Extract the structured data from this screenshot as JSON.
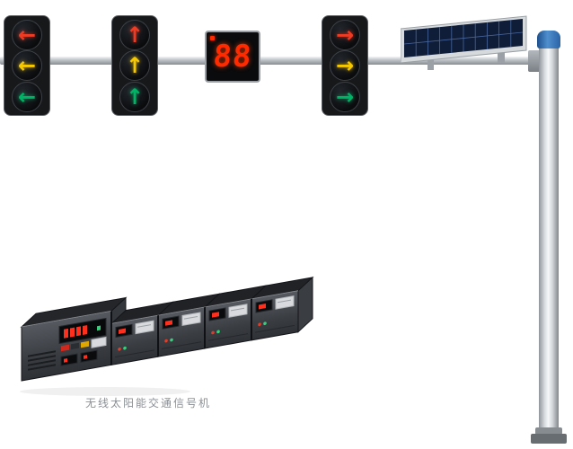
{
  "page": {
    "background": "#ffffff",
    "caption": "无线太阳能交通信号机"
  },
  "countdown": {
    "value": "88",
    "digit_color": "#ff2b00",
    "indicator": "power-dot"
  },
  "signals": [
    {
      "id": "left-turn-signal",
      "arrows": [
        {
          "dir": "left",
          "color": "#ed3b24",
          "glyph": "←"
        },
        {
          "dir": "left",
          "color": "#f6c800",
          "glyph": "←"
        },
        {
          "dir": "left",
          "color": "#00b265",
          "glyph": "←"
        }
      ]
    },
    {
      "id": "straight-signal",
      "arrows": [
        {
          "dir": "up",
          "color": "#ed3b24",
          "glyph": "↑"
        },
        {
          "dir": "up",
          "color": "#f6c800",
          "glyph": "↑"
        },
        {
          "dir": "up",
          "color": "#00b265",
          "glyph": "↑"
        }
      ]
    },
    {
      "id": "right-turn-signal",
      "arrows": [
        {
          "dir": "right",
          "color": "#ed3b24",
          "glyph": "→"
        },
        {
          "dir": "right",
          "color": "#f6c800",
          "glyph": "→"
        },
        {
          "dir": "right",
          "color": "#00b265",
          "glyph": "→"
        }
      ]
    }
  ],
  "solar_panel": {
    "cols": 10,
    "rows": 2,
    "cell_color": "#101d38",
    "frame_color": "#d6dadd"
  },
  "pole": {
    "cap_color": "#2a63a6",
    "metal_color": "#cfd3d6"
  },
  "machine": {
    "modules": 5,
    "body_color": "#3a3d42"
  }
}
